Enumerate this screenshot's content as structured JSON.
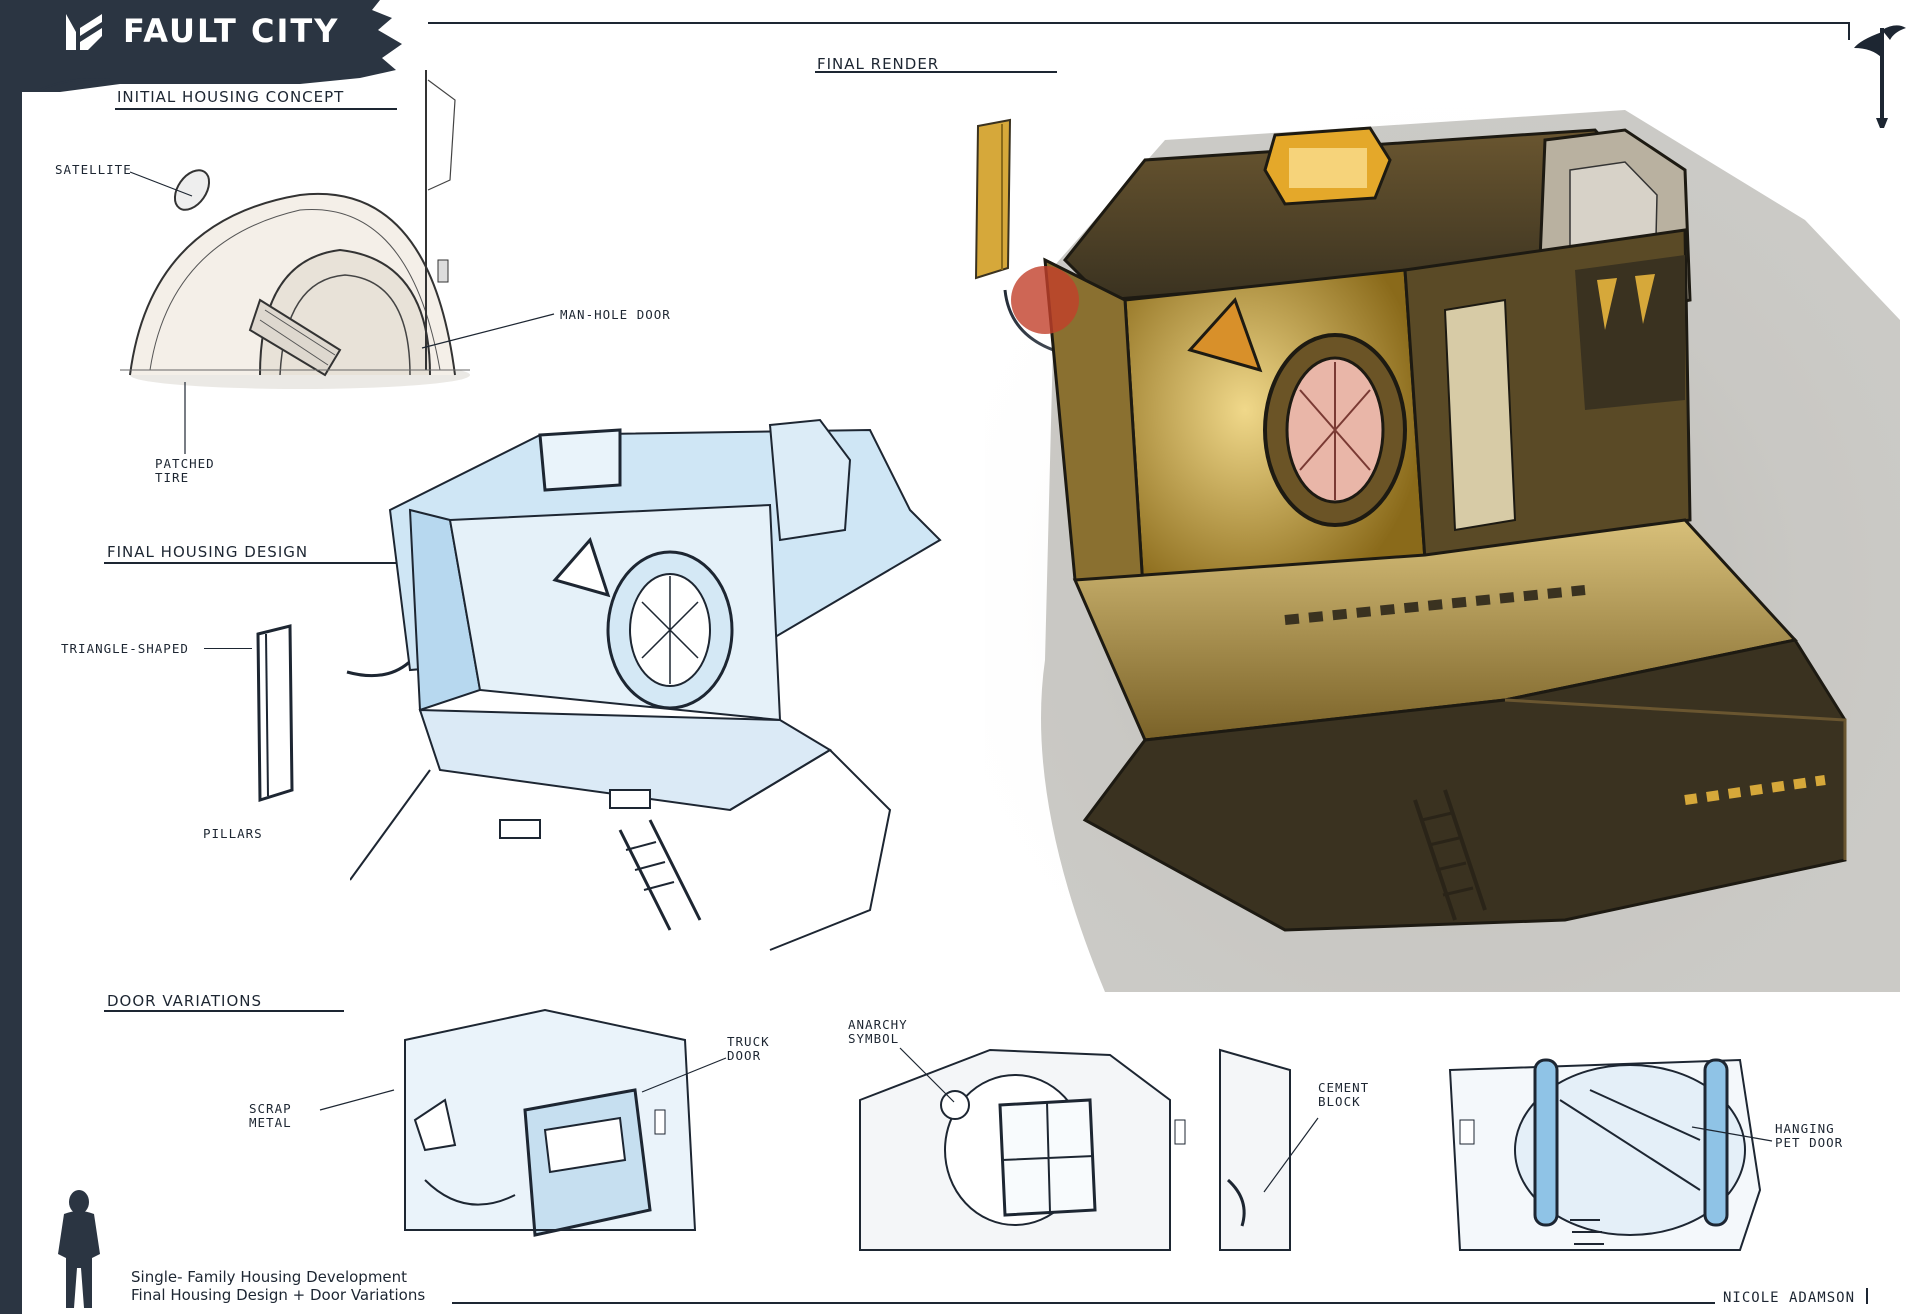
{
  "header": {
    "title": "FAULT CITY"
  },
  "sections": {
    "initial_concept": "INITIAL HOUSING CONCEPT",
    "final_render": "FINAL RENDER",
    "final_design": "FINAL HOUSING DESIGN",
    "door_variations": "DOOR VARIATIONS"
  },
  "callouts": {
    "satellite": "SATELLITE",
    "manhole_door": "MAN-HOLE DOOR",
    "patched_tire_1": "PATCHED",
    "patched_tire_2": "TIRE",
    "triangle_shaped": "TRIANGLE-SHAPED",
    "pillars": "PILLARS",
    "truck_door_1": "TRUCK",
    "truck_door_2": "DOOR",
    "scrap_metal_1": "SCRAP",
    "scrap_metal_2": "METAL",
    "anarchy_symbol_1": "ANARCHY",
    "anarchy_symbol_2": "SYMBOL",
    "cement_block_1": "CEMENT",
    "cement_block_2": "BLOCK",
    "hanging_pet_door_1": "HANGING",
    "hanging_pet_door_2": "PET DOOR"
  },
  "footer": {
    "line1": "Single- Family Housing Development",
    "line2": "Final Housing Design + Door Variations",
    "author": "NICOLE ADAMSON"
  },
  "colors": {
    "frame": "#2b3542",
    "sketch_blue": "#8fc3e6",
    "render_gold": "#c89a2a",
    "render_dark": "#3a3220"
  },
  "icons": [
    "brand-logo-icon",
    "flag-icon",
    "silhouette-figure-icon"
  ]
}
